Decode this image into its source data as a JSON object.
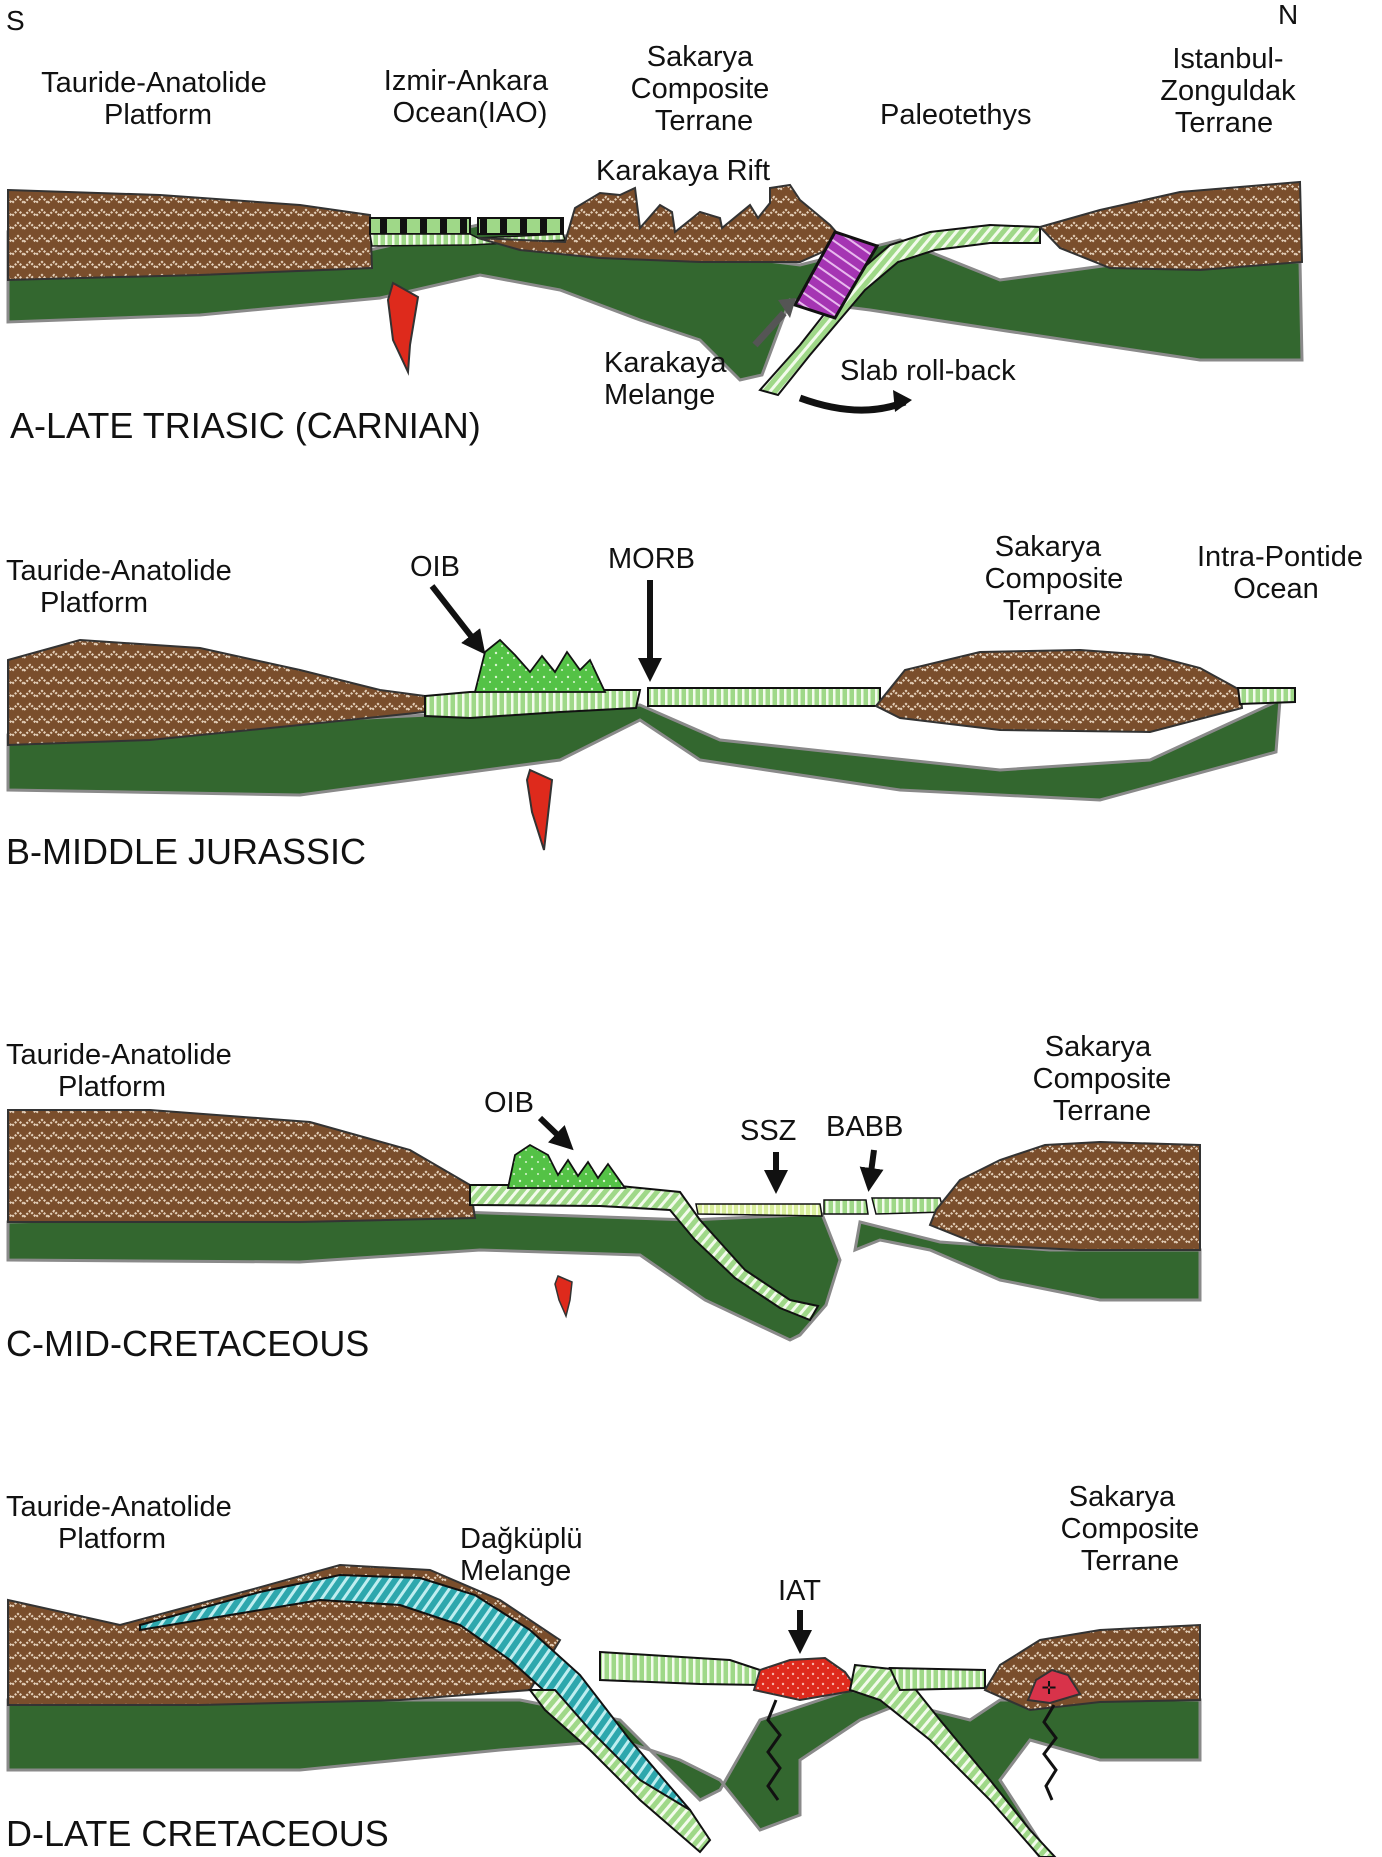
{
  "orientation": {
    "south": "S",
    "north": "N"
  },
  "colors": {
    "continental_crust": "#7a4e2c",
    "crust_pattern": "#e6d2bc",
    "mantle": "#33672f",
    "oceanic_crust": "#9fd888",
    "oceanic_stripe": "#f3fbec",
    "magma": "#de2a1c",
    "seamount": "#54c246",
    "melange_karakaya": "#a535b3",
    "melange_dagkuplu": "#2da7ad",
    "ssz_crust": "#d9ee9c"
  },
  "panels": [
    {
      "title": "A-LATE TRIASIC (CARNIAN)",
      "labels": {
        "tauride": [
          "Tauride-Anatolide",
          "Platform"
        ],
        "iao": [
          "Izmir-Ankara",
          "Ocean(IAO)"
        ],
        "sakarya": [
          "Sakarya",
          "Composite",
          "Terrane"
        ],
        "karakaya_rift": "Karakaya Rift",
        "paleotethys": "Paleotethys",
        "istanbul": [
          "Istanbul-",
          "Zonguldak",
          "Terrane"
        ],
        "karakaya_melange": [
          "Karakaya",
          "Melange"
        ],
        "slab_rollback": "Slab roll-back"
      }
    },
    {
      "title": "B-MIDDLE JURASSIC",
      "labels": {
        "tauride": [
          "Tauride-Anatolide",
          "Platform"
        ],
        "oib": "OIB",
        "morb": "MORB",
        "sakarya": [
          "Sakarya",
          "Composite",
          "Terrane"
        ],
        "intra_pontide": [
          "Intra-Pontide",
          "Ocean"
        ]
      }
    },
    {
      "title": "C-MID-CRETACEOUS",
      "labels": {
        "tauride": [
          "Tauride-Anatolide",
          "Platform"
        ],
        "oib": "OIB",
        "ssz": "SSZ",
        "babb": "BABB",
        "sakarya": [
          "Sakarya",
          "Composite",
          "Terrane"
        ]
      }
    },
    {
      "title": "D-LATE CRETACEOUS",
      "labels": {
        "tauride": [
          "Tauride-Anatolide",
          "Platform"
        ],
        "dagkuplu": [
          "Dağküplü",
          "Melange"
        ],
        "iat": "IAT",
        "sakarya": [
          "Sakarya",
          "Composite",
          "Terrane"
        ]
      }
    }
  ]
}
